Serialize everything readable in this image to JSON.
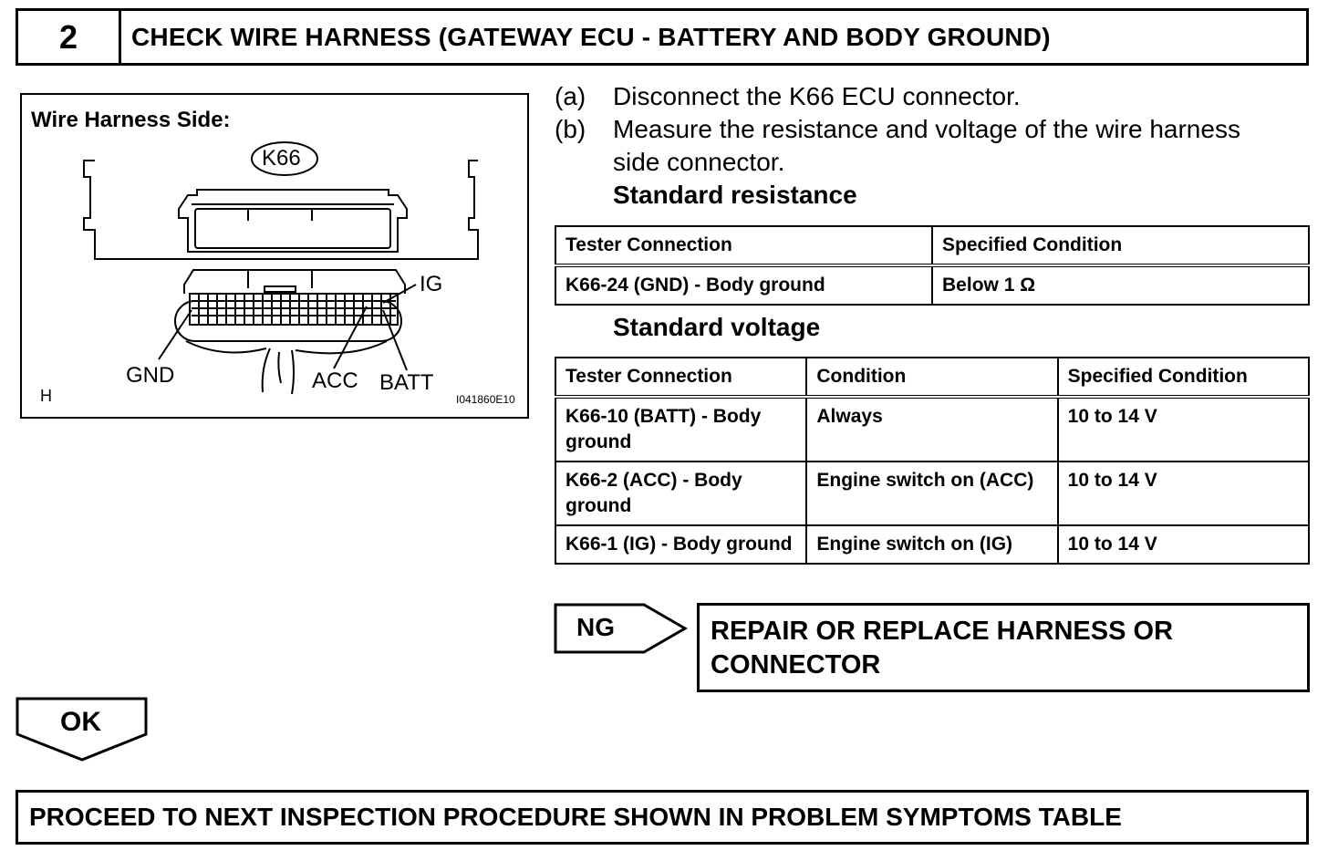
{
  "header": {
    "step_number": "2",
    "title": "CHECK WIRE HARNESS (GATEWAY ECU - BATTERY AND BODY GROUND)"
  },
  "diagram": {
    "caption": "Wire Harness Side:",
    "connector_label": "K66",
    "pin_labels": {
      "ig": "IG",
      "gnd": "GND",
      "acc": "ACC",
      "batt": "BATT"
    },
    "corner_mark": "H",
    "figure_id": "I041860E10"
  },
  "instructions": {
    "a_marker": "(a)",
    "a_text": "Disconnect the K66 ECU connector.",
    "b_marker": "(b)",
    "b_text_line1": "Measure the resistance and voltage of the wire harness",
    "b_text_line2": "side connector.",
    "resistance_heading": "Standard resistance",
    "voltage_heading": "Standard voltage"
  },
  "resistance_table": {
    "headers": [
      "Tester Connection",
      "Specified Condition"
    ],
    "rows": [
      [
        "K66-24 (GND) - Body ground",
        "Below 1 Ω"
      ]
    ]
  },
  "voltage_table": {
    "headers": [
      "Tester Connection",
      "Condition",
      "Specified Condition"
    ],
    "rows": [
      [
        "K66-10 (BATT) - Body ground",
        "Always",
        "10 to 14 V"
      ],
      [
        "K66-2 (ACC) - Body ground",
        "Engine switch on (ACC)",
        "10 to 14 V"
      ],
      [
        "K66-1 (IG) - Body ground",
        "Engine switch on (IG)",
        "10 to 14 V"
      ]
    ]
  },
  "ng": {
    "label": "NG",
    "result": "REPAIR OR REPLACE HARNESS OR CONNECTOR"
  },
  "ok": {
    "label": "OK"
  },
  "final": {
    "text": "PROCEED TO NEXT INSPECTION PROCEDURE SHOWN IN PROBLEM SYMPTOMS TABLE"
  }
}
